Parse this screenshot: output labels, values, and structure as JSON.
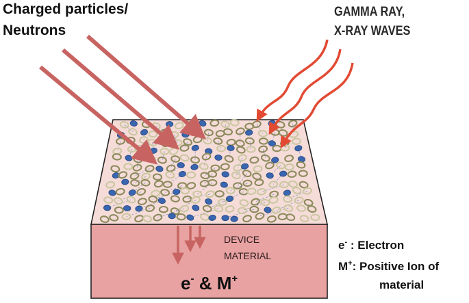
{
  "labels": {
    "particles_line1": "Charged particles/",
    "particles_line2": "Neutrons",
    "gamma_line1": "GAMMA RAY,",
    "gamma_line2": "X-RAY WAVES",
    "device_line1": "DEVICE",
    "device_line2": "MATERIAL",
    "products_e": "e",
    "products_e_sup": "-",
    "products_amp": " & M",
    "products_m_sup": "+",
    "legend_e": "e",
    "legend_e_sup": "-",
    "legend_e_text": ": Electron",
    "legend_m": "M",
    "legend_m_sup": "+",
    "legend_m_text": ": Positive Ion of",
    "legend_m_text2": "material"
  },
  "colors": {
    "block_top": "#f5dcd8",
    "block_front": "#e8a2a2",
    "particle_arrow": "#c76462",
    "wave_arrow": "#e24a33",
    "atom_ring": "#8c8a5c",
    "atom_ring_light": "#cbc7a2",
    "electron": "#3a66b0",
    "lattice": "#6f86c0"
  },
  "icons": {
    "particle_arrows": "straight-arrow-icon",
    "wave_arrows": "wavy-arrow-icon",
    "atoms": "atom-ring-icon",
    "electrons": "electron-dot-icon"
  }
}
